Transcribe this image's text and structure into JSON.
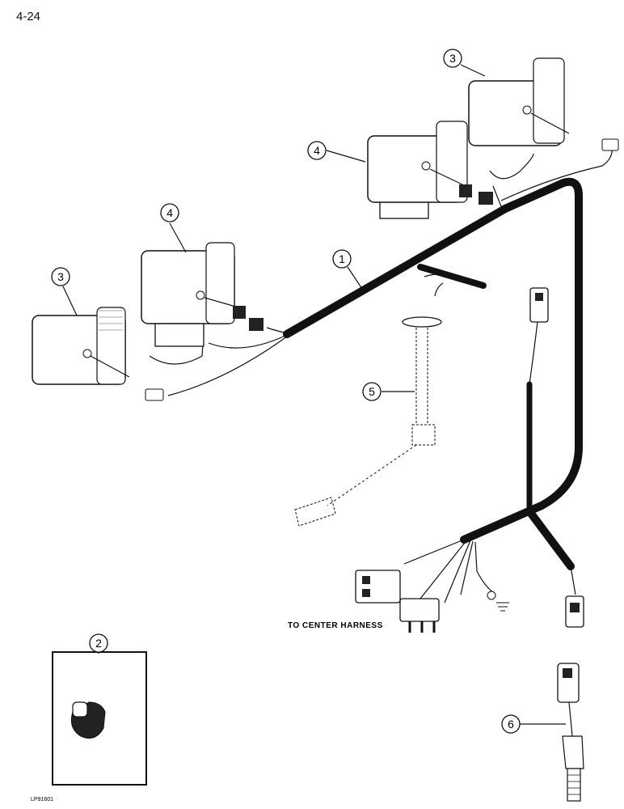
{
  "page": {
    "number": "4-24"
  },
  "callouts": {
    "c1": "1",
    "c2": "2",
    "c3a": "3",
    "c3b": "3",
    "c4a": "4",
    "c4b": "4",
    "c5": "5",
    "c6": "6"
  },
  "annotations": {
    "center_harness": "TO CENTER HARNESS",
    "figure_ref": "LP91601"
  }
}
